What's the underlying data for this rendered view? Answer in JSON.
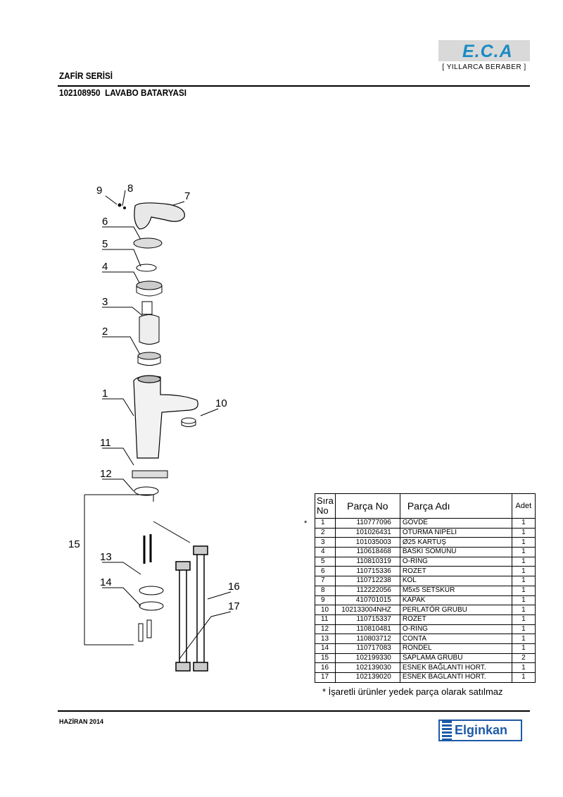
{
  "header": {
    "series": "ZAFİR SERİSİ",
    "product_code": "102108950",
    "product_name": "LAVABO BATARYASI",
    "brand": "E.C.A",
    "brand_tagline": "[ YILLARCA BERABER ]"
  },
  "table": {
    "headers": {
      "sira": "Sıra",
      "no": "No",
      "parca_no": "Parça No",
      "parca_adi": "Parça Adı",
      "adet": "Adet"
    },
    "rows": [
      {
        "sira": "1",
        "parca_no": "110777096",
        "parca_adi": "GÖVDE",
        "adet": "1",
        "mark": "*"
      },
      {
        "sira": "2",
        "parca_no": "101026431",
        "parca_adi": "OTURMA NİPELİ",
        "adet": "1"
      },
      {
        "sira": "3",
        "parca_no": "101035003",
        "parca_adi": "Ø25 KARTUŞ",
        "adet": "1"
      },
      {
        "sira": "4",
        "parca_no": "110618468",
        "parca_adi": "BASKI SOMUNU",
        "adet": "1"
      },
      {
        "sira": "5",
        "parca_no": "110810319",
        "parca_adi": "O-RING",
        "adet": "1"
      },
      {
        "sira": "6",
        "parca_no": "110715336",
        "parca_adi": "ROZET",
        "adet": "1"
      },
      {
        "sira": "7",
        "parca_no": "110712238",
        "parca_adi": "KOL",
        "adet": "1"
      },
      {
        "sira": "8",
        "parca_no": "112222056",
        "parca_adi": "M5x5 SETSKUR",
        "adet": "1"
      },
      {
        "sira": "9",
        "parca_no": "410701015",
        "parca_adi": "KAPAK",
        "adet": "1"
      },
      {
        "sira": "10",
        "parca_no": "102133004NHZ",
        "parca_adi": "PERLATÖR GRUBU",
        "adet": "1"
      },
      {
        "sira": "11",
        "parca_no": "110715337",
        "parca_adi": "ROZET",
        "adet": "1"
      },
      {
        "sira": "12",
        "parca_no": "110810481",
        "parca_adi": "O-RİNG",
        "adet": "1"
      },
      {
        "sira": "13",
        "parca_no": "110803712",
        "parca_adi": "CONTA",
        "adet": "1"
      },
      {
        "sira": "14",
        "parca_no": "110717083",
        "parca_adi": "RONDEL",
        "adet": "1"
      },
      {
        "sira": "15",
        "parca_no": "102199330",
        "parca_adi": "SAPLAMA GRUBU",
        "adet": "2"
      },
      {
        "sira": "16",
        "parca_no": "102139030",
        "parca_adi": "ESNEK BAĞLANTI HORT.",
        "adet": "1"
      },
      {
        "sira": "17",
        "parca_no": "102139020",
        "parca_adi": "ESNEK BAĞLANTI HORT.",
        "adet": "1"
      }
    ],
    "footnote": "* İşaretli ürünler yedek parça olarak satılmaz"
  },
  "diagram": {
    "callouts": [
      "9",
      "8",
      "7",
      "6",
      "5",
      "4",
      "3",
      "2",
      "1",
      "10",
      "11",
      "12",
      "15",
      "13",
      "14",
      "16",
      "17"
    ]
  },
  "footer": {
    "date": "HAZİRAN 2014",
    "brand": "Elginkan"
  }
}
